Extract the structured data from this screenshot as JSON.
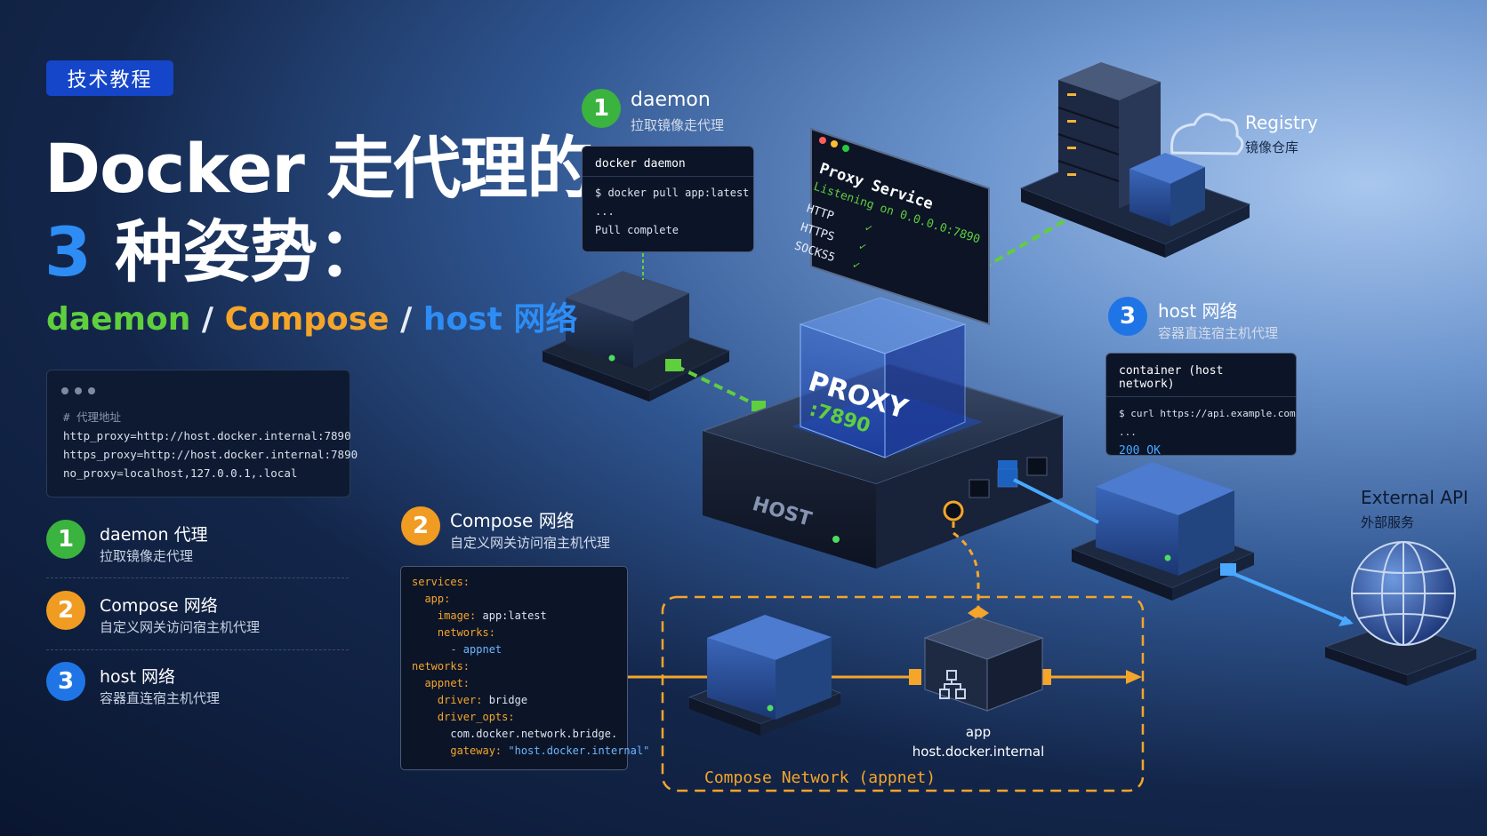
{
  "tag": "技术教程",
  "title": {
    "line1": "Docker 走代理的",
    "num": "3",
    "line2_rest": " 种姿势："
  },
  "subtitle": {
    "part1": "daemon",
    "sep1": " / ",
    "part2": "Compose",
    "sep2": " / ",
    "part3": "host 网络"
  },
  "code": {
    "comment": "# 代理地址",
    "lines": [
      "http_proxy=http://host.docker.internal:7890",
      "https_proxy=http://host.docker.internal:7890",
      "no_proxy=localhost,127.0.0.1,.local"
    ]
  },
  "list": [
    {
      "num": "1",
      "title": "daemon 代理",
      "sub": "拉取镜像走代理"
    },
    {
      "num": "2",
      "title": "Compose 网络",
      "sub": "自定义网关访问宿主机代理"
    },
    {
      "num": "3",
      "title": "host 网络",
      "sub": "容器直连宿主机代理"
    }
  ],
  "callouts": {
    "daemon": {
      "num": "1",
      "title": "daemon",
      "sub": "拉取镜像走代理"
    },
    "compose": {
      "num": "2",
      "title": "Compose 网络",
      "sub": "自定义网关访问宿主机代理"
    },
    "host": {
      "num": "3",
      "title": "host 网络",
      "sub": "容器直连宿主机代理"
    }
  },
  "daemon_terminal": {
    "header": "docker daemon",
    "line1": "$ docker pull app:latest",
    "line2": "...",
    "line3": "Pull complete"
  },
  "proxy_panel": {
    "title": "Proxy Service",
    "listening": "Listening on 0.0.0.0:7890",
    "protocols": [
      "HTTP",
      "HTTPS",
      "SOCKS5"
    ],
    "check": "✓"
  },
  "proxy_cube": {
    "label": "PROXY",
    "port": ":7890"
  },
  "host_label": "HOST",
  "registry": {
    "title": "Registry",
    "sub": "镜像仓库"
  },
  "host_terminal": {
    "header": "container (host network)",
    "line1": "$ curl https://api.example.com",
    "line2": "...",
    "line3": "200 OK"
  },
  "external": {
    "title": "External API",
    "sub": "外部服务"
  },
  "yaml": [
    {
      "indent": "",
      "key": "services:",
      "val": ""
    },
    {
      "indent": "  ",
      "key": "app:",
      "val": ""
    },
    {
      "indent": "    ",
      "key": "image:",
      "val": " app:latest"
    },
    {
      "indent": "    ",
      "key": "networks:",
      "val": ""
    },
    {
      "indent": "      ",
      "key": "",
      "val": "- appnet"
    },
    {
      "indent": "",
      "key": "networks:",
      "val": ""
    },
    {
      "indent": "  ",
      "key": "appnet:",
      "val": ""
    },
    {
      "indent": "    ",
      "key": "driver:",
      "val": " bridge"
    },
    {
      "indent": "    ",
      "key": "driver_opts:",
      "val": ""
    },
    {
      "indent": "      ",
      "key": "",
      "val": "com.docker.network.bridge."
    },
    {
      "indent": "      ",
      "key": "gateway:",
      "val": " \"host.docker.internal\""
    }
  ],
  "app_node": {
    "name": "app",
    "host": "host.docker.internal"
  },
  "compose_network_label": "Compose Network (appnet)",
  "colors": {
    "green": "#5fcf3e",
    "orange": "#f5a52a",
    "blue": "#2d8df5",
    "tag_bg": "#1546c9"
  }
}
